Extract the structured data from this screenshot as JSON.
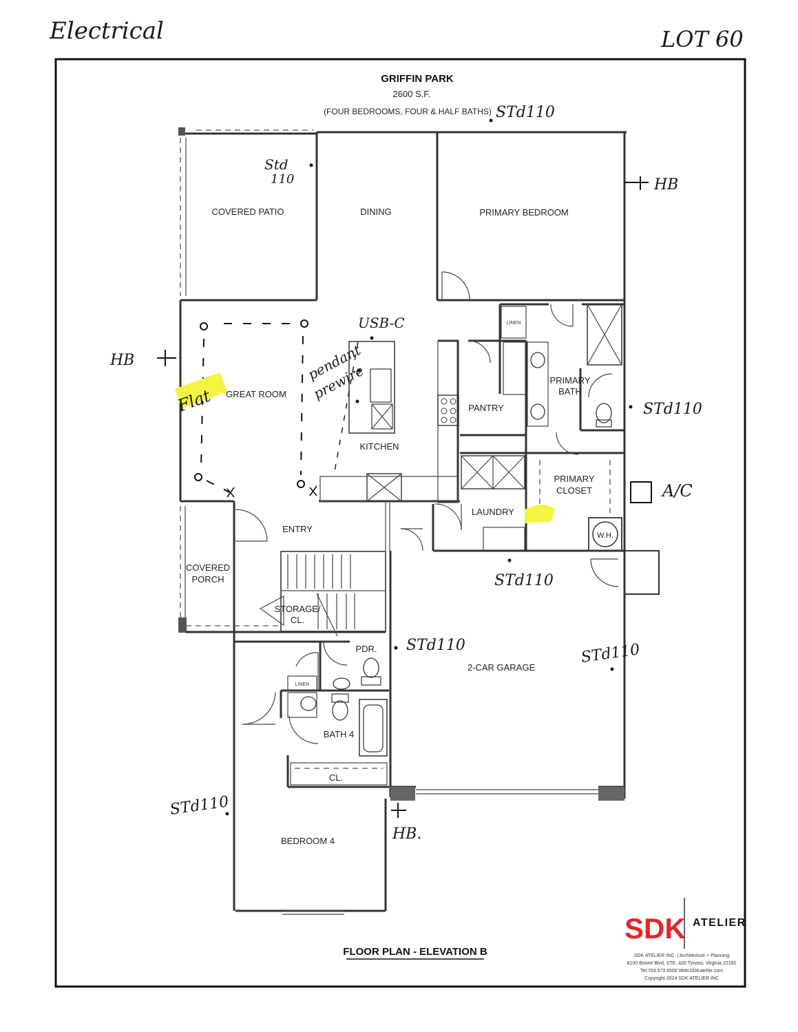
{
  "notes": {
    "electrical": "Electrical",
    "lot": "LOT 60",
    "std_top": "STd110",
    "std_patio_1": "Std",
    "std_patio_2": "110",
    "hb_right": "HB",
    "hb_left": "HB",
    "usb_c": "USB-C",
    "pendant_1": "pendant",
    "pendant_2": "prewire",
    "flat": "Flat",
    "std_bath": "STd110",
    "ac": "A/C",
    "std_laundry": "STd110",
    "std_pdr": "STd110",
    "std_garage": "STd110",
    "std_bedroom": "STd110",
    "hb_bottom": "HB."
  },
  "header": {
    "title": "GRIFFIN PARK",
    "sqft": "2600 S.F.",
    "description": "(FOUR BEDROOMS, FOUR & HALF BATHS)"
  },
  "rooms": {
    "covered_patio": "COVERED PATIO",
    "dining": "DINING",
    "primary_bedroom": "PRIMARY BEDROOM",
    "great_room": "GREAT ROOM",
    "kitchen": "KITCHEN",
    "pantry": "PANTRY",
    "primary_bath_1": "PRIMARY",
    "primary_bath_2": "BATH",
    "primary_closet_1": "PRIMARY",
    "primary_closet_2": "CLOSET",
    "laundry": "LAUNDRY",
    "entry": "ENTRY",
    "covered_porch_1": "COVERED",
    "covered_porch_2": "PORCH",
    "storage_1": "STORAGE/",
    "storage_2": "CL.",
    "pdr": "PDR.",
    "garage": "2-CAR GARAGE",
    "bath4": "BATH 4",
    "closet": "CL.",
    "bedroom4": "BEDROOM 4",
    "linen_top": "LINEN",
    "linen_bottom": "LINEN",
    "wh": "W.H."
  },
  "footer": {
    "plan_title": "FLOOR PLAN - ELEVATION B",
    "logo_sdk": "SDK",
    "logo_atelier": "ATELIER",
    "company_line1": "SDK ATELIER INC. | Architecture + Planning",
    "company_line2": "8100 Boone Blvd, STE. 420 Tysons, Virginia 22182",
    "company_line3": "Tel:703.573.6500  Web:SDKatelier.com",
    "copyright": "Copyright 2024 SDK ATELIER INC"
  },
  "colors": {
    "highlight": "#f4f442",
    "logo_red": "#e0282e"
  }
}
